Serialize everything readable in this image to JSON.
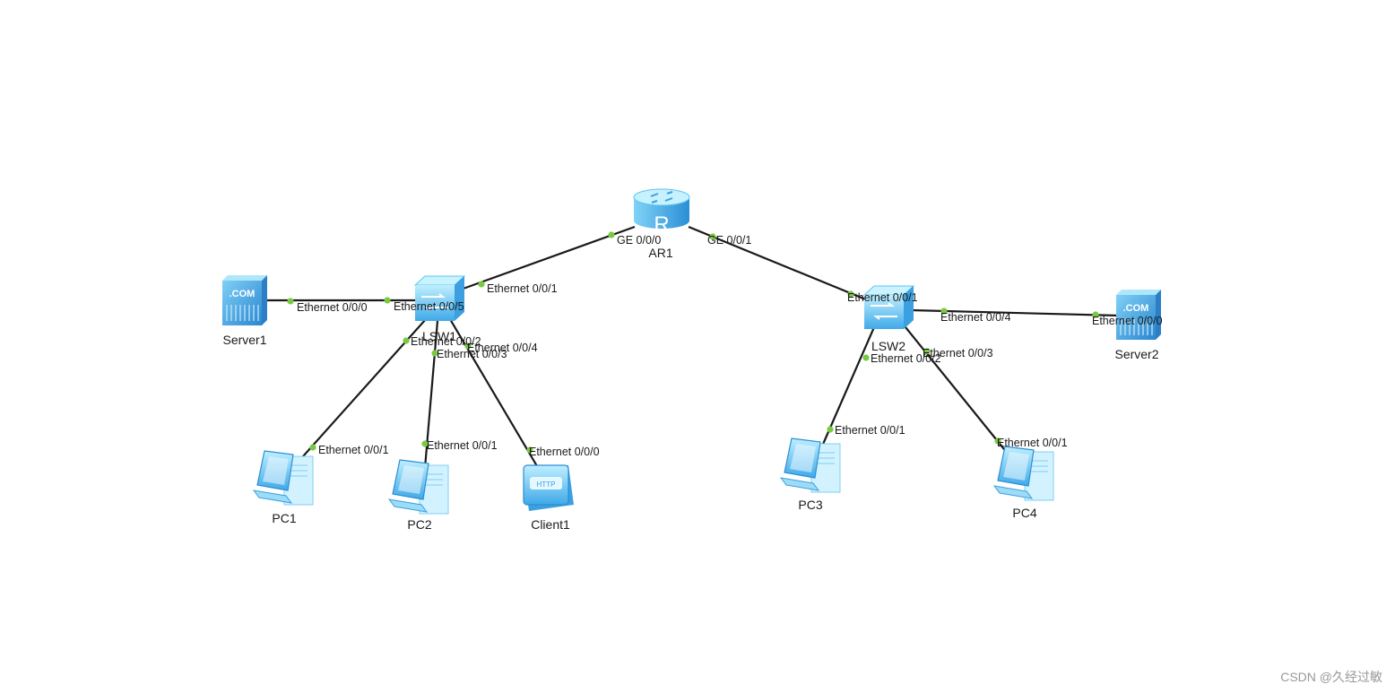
{
  "devices": {
    "ar1": {
      "label": "AR1",
      "type": "router-icon"
    },
    "lsw1": {
      "label": "LSW1",
      "type": "switch-icon"
    },
    "lsw2": {
      "label": "LSW2",
      "type": "switch-icon"
    },
    "server1": {
      "label": "Server1",
      "type": "server-icon"
    },
    "server2": {
      "label": "Server2",
      "type": "server-icon"
    },
    "pc1": {
      "label": "PC1",
      "type": "pc-icon"
    },
    "pc2": {
      "label": "PC2",
      "type": "pc-icon"
    },
    "pc3": {
      "label": "PC3",
      "type": "pc-icon"
    },
    "pc4": {
      "label": "PC4",
      "type": "pc-icon"
    },
    "client1": {
      "label": "Client1",
      "type": "client-icon"
    }
  },
  "icon_text": {
    "server": ".COM",
    "client": "HTTP",
    "router": "R"
  },
  "links": [
    {
      "from": "ar1",
      "from_port": "GE 0/0/0",
      "to": "lsw1",
      "to_port": "Ethernet 0/0/1"
    },
    {
      "from": "ar1",
      "from_port": "GE 0/0/1",
      "to": "lsw2",
      "to_port": "Ethernet 0/0/1"
    },
    {
      "from": "server1",
      "from_port": "Ethernet 0/0/0",
      "to": "lsw1",
      "to_port": "Ethernet 0/0/5"
    },
    {
      "from": "lsw1",
      "from_port": "Ethernet 0/0/2",
      "to": "pc1",
      "to_port": "Ethernet 0/0/1"
    },
    {
      "from": "lsw1",
      "from_port": "Ethernet 0/0/3",
      "to": "pc2",
      "to_port": "Ethernet 0/0/1"
    },
    {
      "from": "lsw1",
      "from_port": "Ethernet 0/0/4",
      "to": "client1",
      "to_port": "Ethernet 0/0/0"
    },
    {
      "from": "lsw2",
      "from_port": "Ethernet 0/0/4",
      "to": "server2",
      "to_port": "Ethernet 0/0/0"
    },
    {
      "from": "lsw2",
      "from_port": "Ethernet 0/0/2",
      "to": "pc3",
      "to_port": "Ethernet 0/0/1"
    },
    {
      "from": "lsw2",
      "from_port": "Ethernet 0/0/3",
      "to": "pc4",
      "to_port": "Ethernet 0/0/1"
    }
  ],
  "colors": {
    "link": "#1a1a1a",
    "port_dot": "#7ac943",
    "device_light": "#b9ecff",
    "device_mid": "#5cc4f0",
    "device_dark": "#2b8ed6"
  },
  "watermark": "CSDN @久经过敏"
}
